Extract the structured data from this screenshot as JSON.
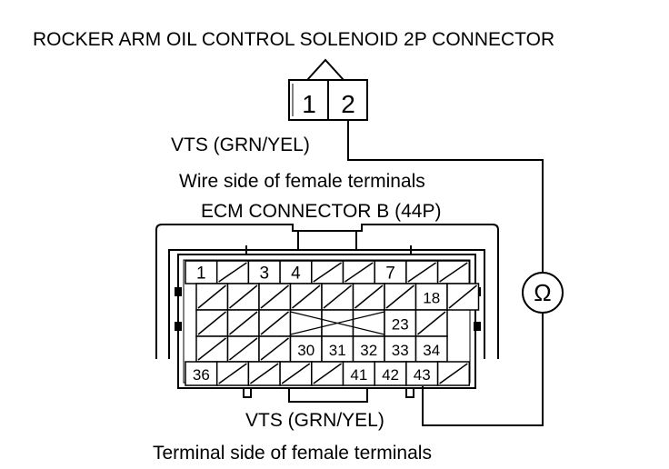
{
  "labels": {
    "solenoid_title": "ROCKER ARM OIL CONTROL SOLENOID 2P CONNECTOR",
    "solenoid_wire": "VTS (GRN/YEL)",
    "wire_side": "Wire side of female terminals",
    "ecm_title": "ECM CONNECTOR B (44P)",
    "ecm_wire": "VTS (GRN/YEL)",
    "terminal_side": "Terminal side of female terminals"
  },
  "solenoid_pins": [
    "1",
    "2"
  ],
  "meter_symbol": "Ω",
  "ecm_terminals": {
    "row1": [
      "1",
      "",
      "3",
      "4",
      "",
      "",
      "7",
      "",
      ""
    ],
    "row2": [
      "",
      "",
      "",
      "",
      "",
      "",
      "",
      "18",
      ""
    ],
    "row3": [
      "",
      "",
      "",
      "",
      "",
      "",
      "23",
      ""
    ],
    "row4": [
      "",
      "",
      "",
      "30",
      "31",
      "32",
      "33",
      "34"
    ],
    "row5": [
      "36",
      "",
      "",
      "",
      "",
      "41",
      "42",
      "43",
      ""
    ]
  }
}
